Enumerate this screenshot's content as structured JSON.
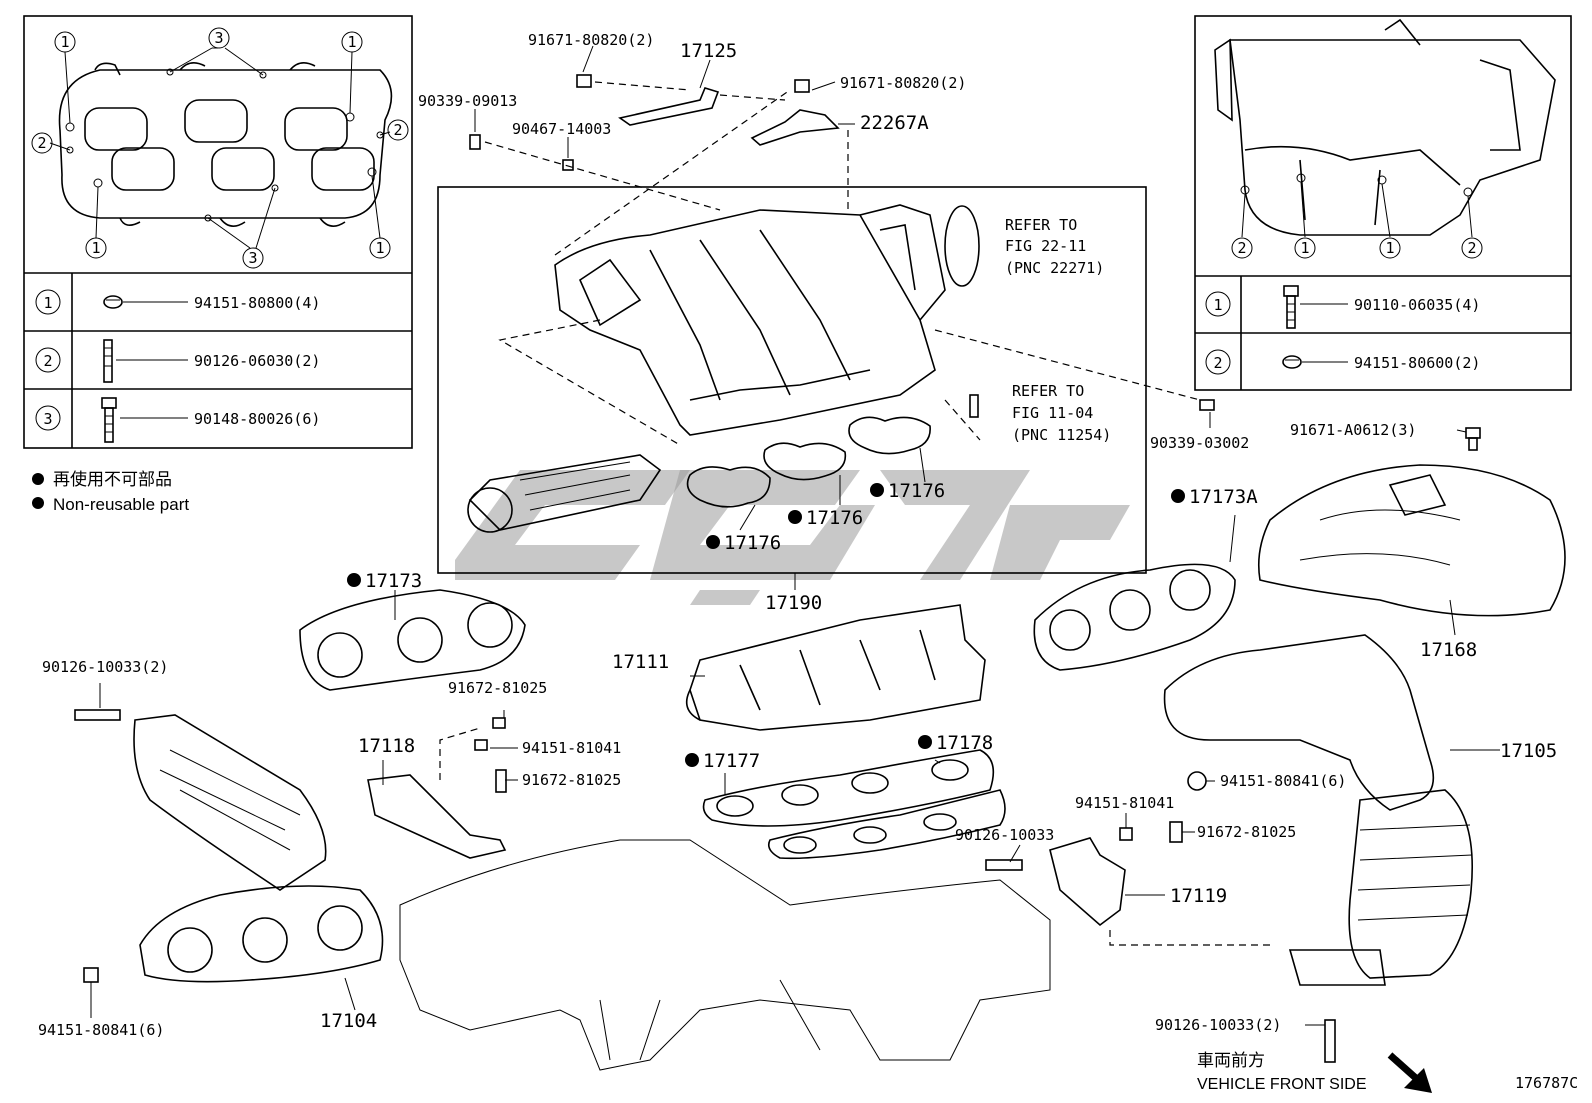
{
  "figure_id": "176787C",
  "legend_left": {
    "callouts": [
      "1",
      "2",
      "3"
    ],
    "rows": [
      {
        "marker": "1",
        "part": "94151-80800(4)",
        "icon": "nut-icon"
      },
      {
        "marker": "2",
        "part": "90126-06030(2)",
        "icon": "stud-icon"
      },
      {
        "marker": "3",
        "part": "90148-80026(6)",
        "icon": "bolt-icon"
      }
    ]
  },
  "legend_right": {
    "callouts": [
      "1",
      "2"
    ],
    "rows": [
      {
        "marker": "1",
        "part": "90110-06035(4)",
        "icon": "bolt-icon"
      },
      {
        "marker": "2",
        "part": "94151-80600(2)",
        "icon": "nut-icon"
      }
    ]
  },
  "notes": {
    "jp": "再使用不可部品",
    "en": "Non-reusable part"
  },
  "refers": [
    {
      "line1": "REFER TO",
      "line2": "FIG 22-11",
      "line3": "(PNC 22271)"
    },
    {
      "line1": "REFER TO",
      "line2": "FIG 11-04",
      "line3": "(PNC 11254)"
    }
  ],
  "labels": {
    "p91671_80820_top": "91671-80820(2)",
    "p17125": "17125",
    "p91671_80820_right": "91671-80820(2)",
    "p22267A": "22267A",
    "p90339_09013": "90339-09013",
    "p90467_14003": "90467-14003",
    "p90339_03002": "90339-03002",
    "p91671_A0612": "91671-A0612(3)",
    "p17176_a": "17176",
    "p17176_b": "17176",
    "p17176_c": "17176",
    "p17173A": "17173A",
    "p17173": "17173",
    "p17190": "17190",
    "p17168": "17168",
    "p17111": "17111",
    "p90126_10033_left": "90126-10033(2)",
    "p91672_81025_a": "91672-81025",
    "p17118": "17118",
    "p94151_81041_a": "94151-81041",
    "p91672_81025_b": "91672-81025",
    "p17177": "17177",
    "p17178": "17178",
    "p17105": "17105",
    "p94151_80841_right": "94151-80841(6)",
    "p94151_81041_b": "94151-81041",
    "p91672_81025_c": "91672-81025",
    "p90126_10033_mid": "90126-10033",
    "p17119": "17119",
    "p94151_80841_left": "94151-80841(6)",
    "p17104": "17104",
    "p90126_10033_bottom": "90126-10033(2)"
  },
  "front": {
    "jp": "車両前方",
    "en": "VEHICLE FRONT SIDE"
  }
}
